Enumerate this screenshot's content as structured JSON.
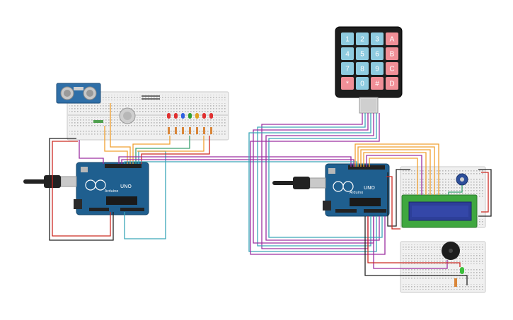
{
  "keypad": {
    "keys": [
      [
        "1",
        "2",
        "3",
        "A"
      ],
      [
        "4",
        "5",
        "6",
        "B"
      ],
      [
        "7",
        "8",
        "9",
        "C"
      ],
      [
        "*",
        "0",
        "#",
        "D"
      ]
    ],
    "digit_key_color": "#8ecbe0",
    "letter_key_color": "#f08f97"
  },
  "boards": {
    "left_label": "UNO",
    "right_label": "UNO",
    "brand": "Arduino"
  },
  "colors": {
    "board": "#1f5f8f",
    "breadboard": "#efefef",
    "wire_orange": "#f0a030",
    "wire_purple": "#9c2ea0",
    "wire_teal": "#3aa6b8",
    "wire_red": "#cc2a22",
    "wire_black": "#222222",
    "lcd_screen": "#2d3f99",
    "lcd_pcb": "#3fa73f"
  },
  "leds": {
    "row_colors": [
      "#e03030",
      "#e03030",
      "#3060e0",
      "#30a030",
      "#e0a020",
      "#e03030",
      "#e03030"
    ]
  }
}
